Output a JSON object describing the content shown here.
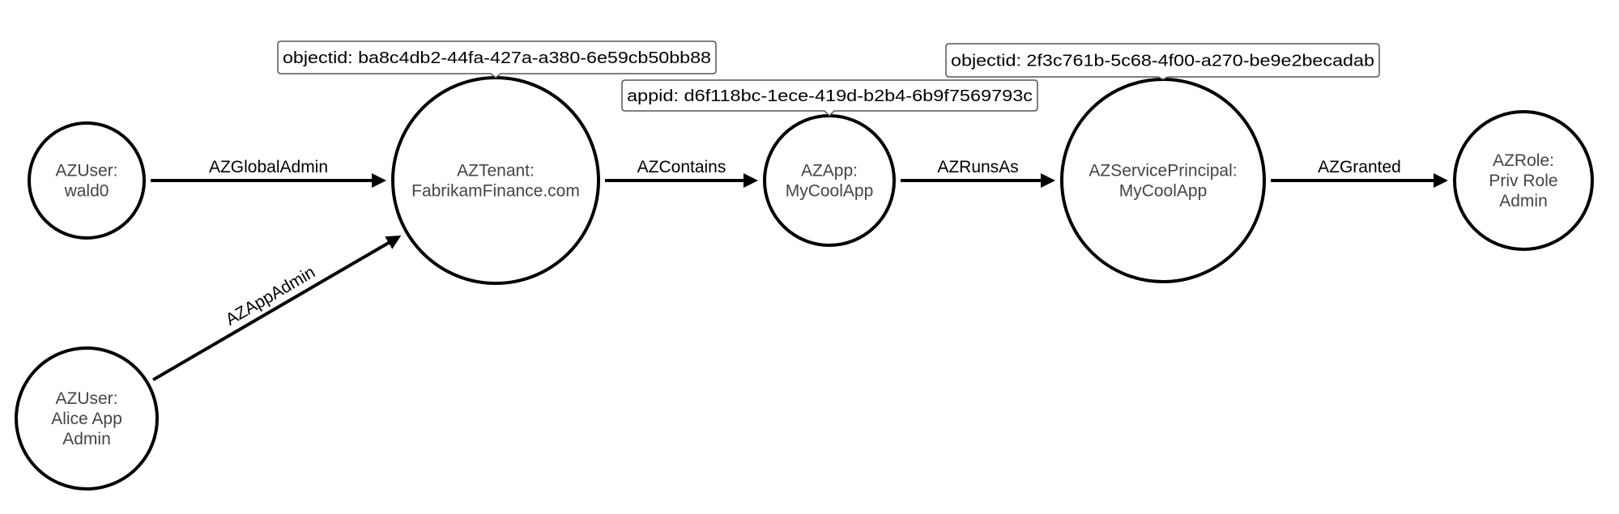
{
  "diagram": {
    "type": "attack-path-graph",
    "nodes": [
      {
        "id": "user_wald0",
        "kind": "AZUser",
        "label_lines": [
          "AZUser:",
          "wald0"
        ]
      },
      {
        "id": "user_alice",
        "kind": "AZUser",
        "label_lines": [
          "AZUser:",
          "Alice App",
          "Admin"
        ]
      },
      {
        "id": "tenant",
        "kind": "AZTenant",
        "label_lines": [
          "AZTenant:",
          "FabrikamFinance.com"
        ]
      },
      {
        "id": "app",
        "kind": "AZApp",
        "label_lines": [
          "AZApp:",
          "MyCoolApp"
        ]
      },
      {
        "id": "sp",
        "kind": "AZServicePrincipal",
        "label_lines": [
          "AZServicePrincipal:",
          "MyCoolApp"
        ]
      },
      {
        "id": "role",
        "kind": "AZRole",
        "label_lines": [
          "AZRole:",
          "Priv Role",
          "Admin"
        ]
      }
    ],
    "edges": [
      {
        "from": "user_wald0",
        "to": "tenant",
        "label": "AZGlobalAdmin"
      },
      {
        "from": "user_alice",
        "to": "tenant",
        "label": "AZAppAdmin"
      },
      {
        "from": "tenant",
        "to": "app",
        "label": "AZContains"
      },
      {
        "from": "app",
        "to": "sp",
        "label": "AZRunsAs"
      },
      {
        "from": "sp",
        "to": "role",
        "label": "AZGranted"
      }
    ],
    "tooltips": [
      {
        "node": "tenant",
        "text": "objectid: ba8c4db2-44fa-427a-a380-6e59cb50bb88"
      },
      {
        "node": "app",
        "text": "appid: d6f118bc-1ece-419d-b2b4-6b9f7569793c"
      },
      {
        "node": "sp",
        "text": "objectid: 2f3c761b-5c68-4f00-a270-be9e2becadab"
      }
    ]
  }
}
